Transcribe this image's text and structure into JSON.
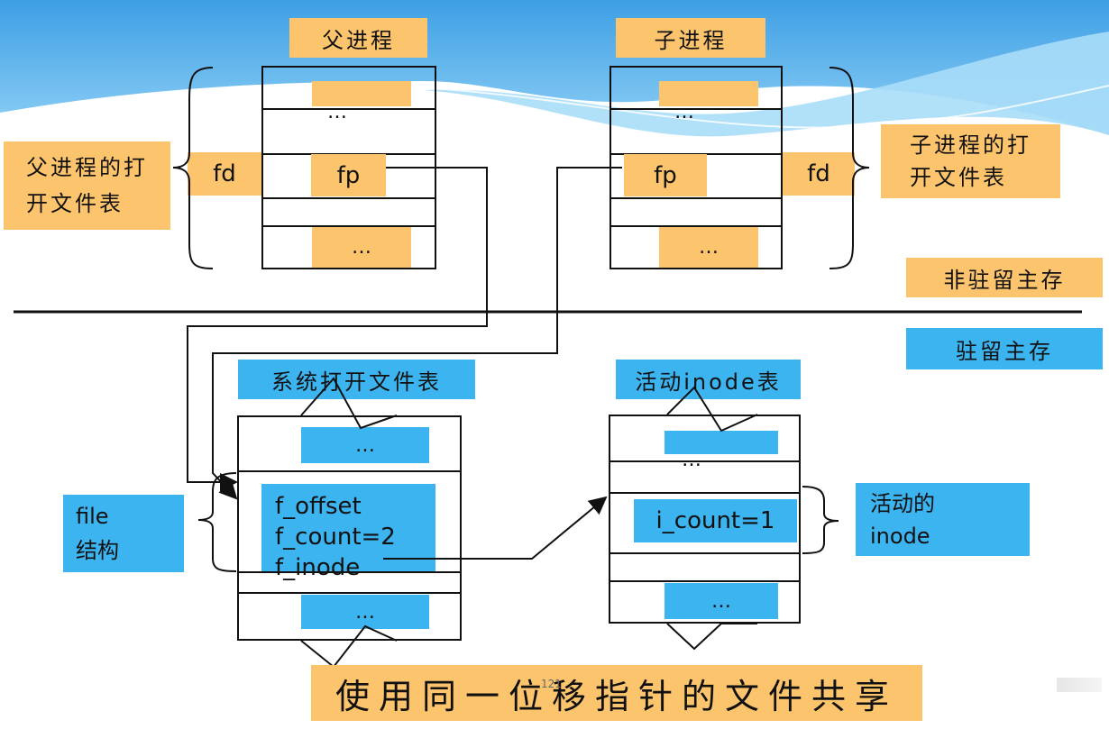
{
  "header": {
    "parent_process": "父进程",
    "child_process": "子进程"
  },
  "parent_table": {
    "caption": [
      "父进程的打",
      "开文件表"
    ],
    "fd": "fd",
    "fp": "fp",
    "dots_top": "…",
    "dots_bottom": "…"
  },
  "child_table": {
    "caption": [
      "子进程的打",
      "开文件表"
    ],
    "fd": "fd",
    "fp": "fp",
    "dots_top": "…",
    "dots_bottom": "…"
  },
  "memory": {
    "non_resident": "非驻留主存",
    "resident": "驻留主存"
  },
  "system_table": {
    "title": "系统打开文件表",
    "dots_top": "…",
    "f_offset": "f_offset",
    "f_count": "f_count=2",
    "f_inode": "f_inode",
    "dots_bottom": "…",
    "file_label": [
      "file",
      "结构"
    ]
  },
  "inode_table": {
    "title": "活动inode表",
    "dots_top": "…",
    "i_count": "i_count=1",
    "dots_bottom": "…",
    "active_label": [
      "活动的",
      "inode"
    ]
  },
  "footer": {
    "title": "使用同一位移指针的文件共享",
    "page_number": "121"
  },
  "colors": {
    "orange": "#fcc46c",
    "blue": "#3cb4f0",
    "sky": "#4aa9e6"
  }
}
